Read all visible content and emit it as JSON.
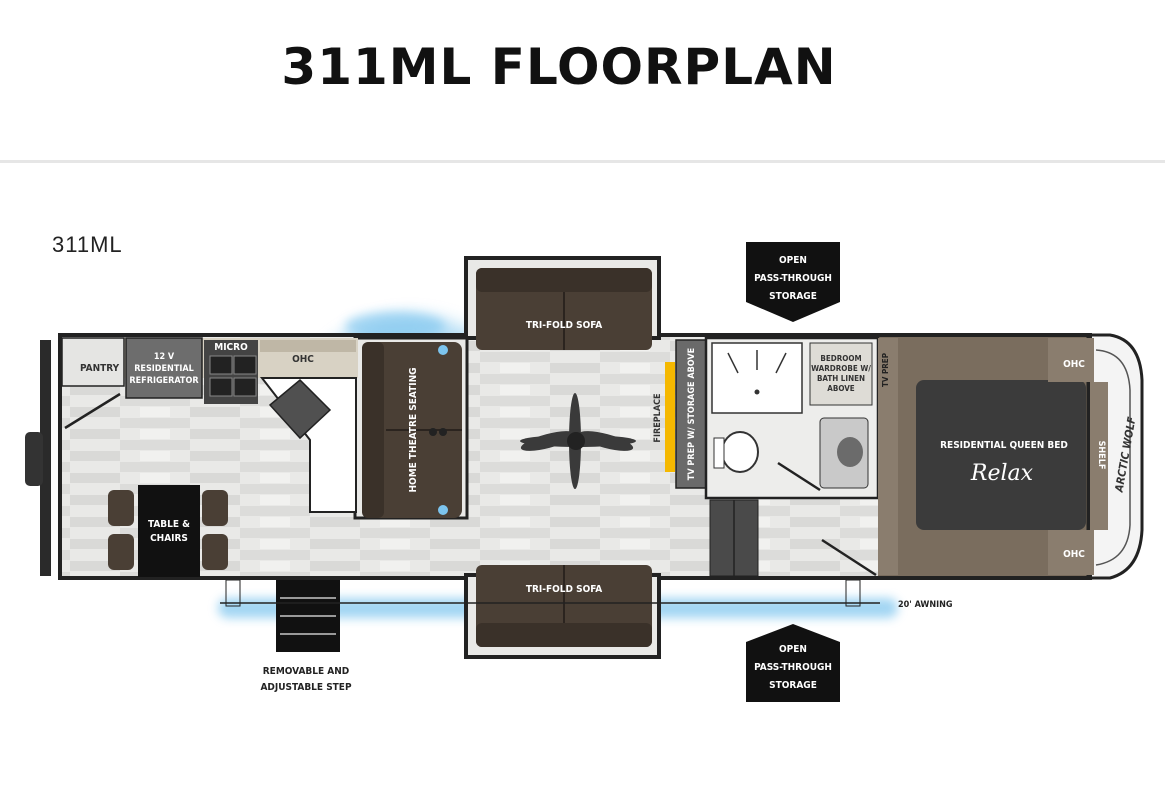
{
  "page": {
    "title": "311ML FLOORPLAN",
    "model_label": "311ML"
  },
  "floorplan": {
    "labels": {
      "pantry": "PANTRY",
      "refrigerator_line1": "12 V",
      "refrigerator_line2": "RESIDENTIAL",
      "refrigerator_line3": "REFRIGERATOR",
      "micro": "MICRO",
      "ohc_kitchen": "OHC",
      "home_theatre": "HOME THEATRE SEATING",
      "sofa_top": "TRI-FOLD SOFA",
      "sofa_bottom": "TRI-FOLD SOFA",
      "fireplace": "FIREPLACE",
      "tv_prep_storage": "TV PREP W/ STORAGE ABOVE",
      "wardrobe_line1": "BEDROOM",
      "wardrobe_line2": "WARDROBE W/",
      "wardrobe_line3": "BATH LINEN",
      "wardrobe_line4": "ABOVE",
      "tv_prep": "TV PREP",
      "bed": "RESIDENTIAL QUEEN BED",
      "bed_brand": "Relax",
      "shelf": "SHELF",
      "ohc_bed_top": "OHC",
      "ohc_bed_bottom": "OHC",
      "brand": "ARCTIC WOLF",
      "table_line1": "TABLE &",
      "table_line2": "CHAIRS",
      "awning": "20' AWNING",
      "step_line1": "REMOVABLE AND",
      "step_line2": "ADJUSTABLE STEP",
      "storage_top_line1": "OPEN",
      "storage_top_line2": "PASS-THROUGH",
      "storage_top_line3": "STORAGE",
      "storage_bottom_line1": "OPEN",
      "storage_bottom_line2": "PASS-THROUGH",
      "storage_bottom_line3": "STORAGE"
    },
    "colors": {
      "floor": "#e8e8e6",
      "wall": "#222222",
      "furniture": "#4a3f35",
      "bedroom_floor": "#7a6d5e",
      "counter": "#d8d2c4",
      "glow": "#7cc4ee",
      "fireplace": "#f5b800",
      "dark_box": "#111111"
    }
  }
}
